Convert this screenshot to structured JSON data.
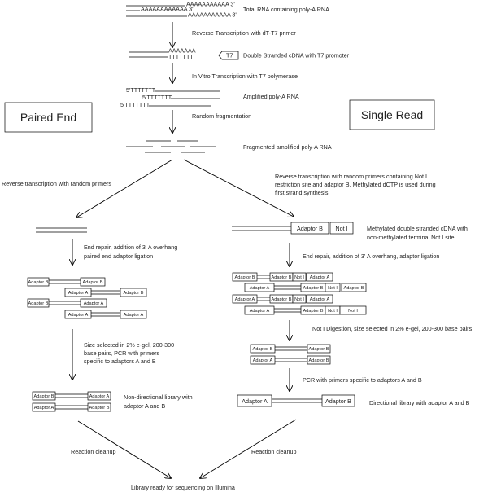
{
  "top": {
    "polyA_strand": "AAAAAAAAAAA 3'",
    "polyA_short": "AAAAAAAAAAAA 3'",
    "total_rna": "Total RNA containing poly-A RNA",
    "rt_primer": "Reverse Transcription with dT-T7 primer",
    "ds_polyA": "AAAAAAA",
    "ds_polyT": "TTTTTTT",
    "t7_label": "T7",
    "ds_cdna": "Double Stranded cDNA with T7 promoter",
    "ivt": "In Vitro Transcription with T7 polymerase",
    "amp_line": "5'TTTTTTT",
    "amp_rna": "Amplified poly-A RNA",
    "random_frag": "Random fragmentation",
    "frag_rna": "Fragmented amplified poly-A RNA"
  },
  "paired_end": {
    "title": "Paired End",
    "rt_random": "Reverse transcription with random primers",
    "end_repair": [
      "End repair, addition of 3' A overhang",
      "paired end adaptor ligation"
    ],
    "size_selected": [
      "Size selected in 2% e-gel, 200-300",
      "base pairs,  PCR with primers",
      "specific to adaptors A and B"
    ],
    "library": [
      "Non-directional library with",
      "adaptor A and B"
    ],
    "cleanup": "Reaction cleanup"
  },
  "single_read": {
    "title": "Single Read",
    "rt_notI": [
      "Reverse transcription with random primers containing Not I",
      "restriction site and adaptor B. Methylated dCTP is used during",
      "first strand synthesis"
    ],
    "adaptor_b_label": "Adaptor B",
    "not_i_label": "Not I",
    "methylated": [
      "Methylated double stranded cDNA with",
      "non-methylated terminal Not I site"
    ],
    "end_repair": "End repair, addition of 3' A overhang, adaptor ligation",
    "digestion": "Not I Digestion, size selected in 2% e-gel, 200-300 base pairs",
    "pcr": "PCR with primers specific to adaptors A and B",
    "adaptor_a_large": "Adaptor A",
    "adaptor_b_large": "Adaptor B",
    "library": "Directional library with adaptor A and B",
    "cleanup": "Reaction cleanup"
  },
  "adaptors": {
    "a": "Adaptor A",
    "b": "Adaptor B",
    "noti": "Not I"
  },
  "bottom": {
    "ready": "Library ready for sequencing on Illumina"
  }
}
